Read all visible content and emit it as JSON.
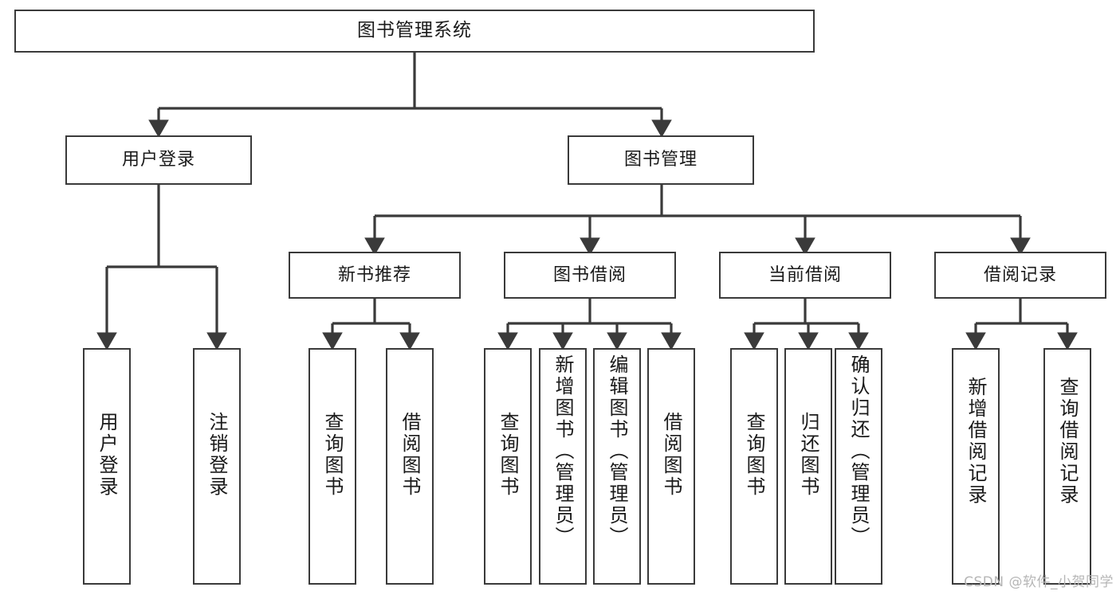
{
  "diagram": {
    "title": "图书管理系统",
    "type": "tree",
    "watermark": "CSDN @软件_小贺同学",
    "stroke_color": "#3a3a3a",
    "fill_color": "#ffffff",
    "text_color": "#1a1a1a",
    "watermark_color": "#b6b6b6"
  },
  "nodes": {
    "root": {
      "label": "图书管理系统",
      "level": 1
    },
    "l2": [
      {
        "id": "user-login",
        "label": "用户登录",
        "level": 2
      },
      {
        "id": "book-manage",
        "label": "图书管理",
        "level": 2
      }
    ],
    "l3": [
      {
        "id": "new-book-rec",
        "label": "新书推荐",
        "level": 3,
        "parent": "book-manage"
      },
      {
        "id": "book-borrow",
        "label": "图书借阅",
        "level": 3,
        "parent": "book-manage"
      },
      {
        "id": "current-borrow",
        "label": "当前借阅",
        "level": 3,
        "parent": "book-manage"
      },
      {
        "id": "borrow-record",
        "label": "借阅记录",
        "level": 3,
        "parent": "book-manage"
      }
    ],
    "leaves": [
      {
        "id": "leaf-user-login",
        "label": "用户登录",
        "parent": "user-login"
      },
      {
        "id": "leaf-user-logout",
        "label": "注销登录",
        "parent": "user-login"
      },
      {
        "id": "leaf-rec-query",
        "label": "查询图书",
        "parent": "new-book-rec"
      },
      {
        "id": "leaf-rec-borrow",
        "label": "借阅图书",
        "parent": "new-book-rec"
      },
      {
        "id": "leaf-borrow-query",
        "label": "查询图书",
        "parent": "book-borrow"
      },
      {
        "id": "leaf-borrow-add",
        "label": "新增图书（管理员）",
        "parent": "book-borrow"
      },
      {
        "id": "leaf-borrow-edit",
        "label": "编辑图书（管理员）",
        "parent": "book-borrow"
      },
      {
        "id": "leaf-borrow-lend",
        "label": "借阅图书",
        "parent": "book-borrow"
      },
      {
        "id": "leaf-cur-query",
        "label": "查询图书",
        "parent": "current-borrow"
      },
      {
        "id": "leaf-cur-return",
        "label": "归还图书",
        "parent": "current-borrow"
      },
      {
        "id": "leaf-cur-confirm",
        "label": "确认归还（管理员）",
        "parent": "current-borrow"
      },
      {
        "id": "leaf-rec-add",
        "label": "新增借阅记录",
        "parent": "borrow-record"
      },
      {
        "id": "leaf-rec-query-record",
        "label": "查询借阅记录",
        "parent": "borrow-record"
      }
    ]
  }
}
